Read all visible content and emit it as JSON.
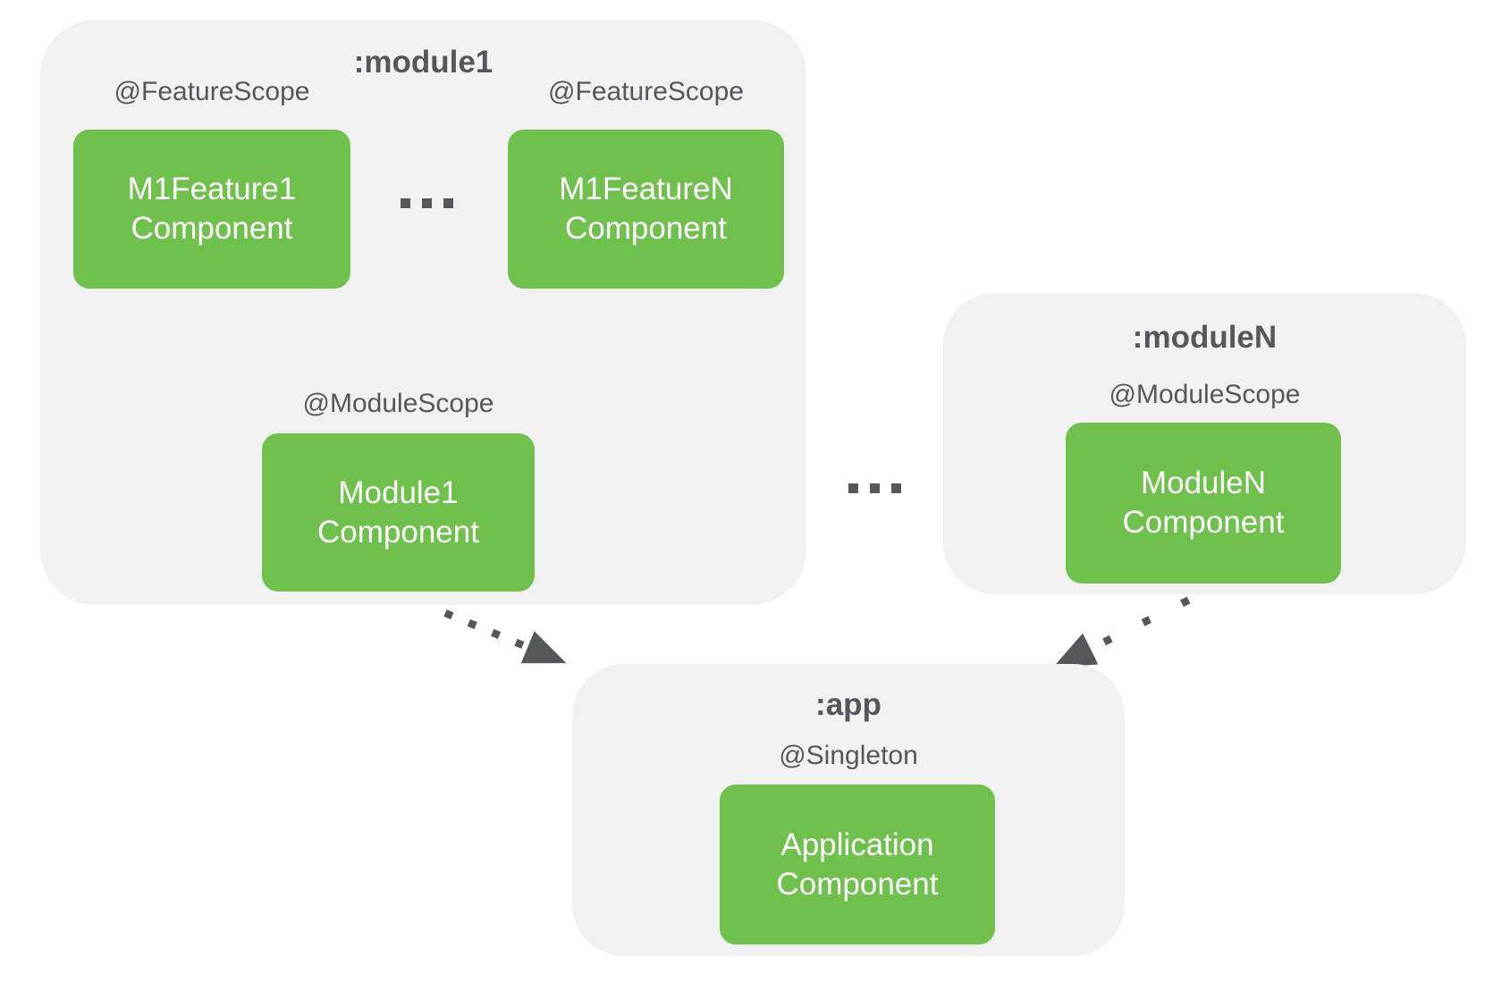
{
  "colors": {
    "green": "#70C04E",
    "container_bg": "#F1F1F2",
    "text": "#56575A",
    "arrow": "#56575A",
    "box_text": "#FFFFFF",
    "page_bg": "#FFFFFF"
  },
  "diagram": {
    "module1": {
      "title": ":module1",
      "feature1_scope": "@FeatureScope",
      "featureN_scope": "@FeatureScope",
      "module_scope": "@ModuleScope",
      "feature1_box": {
        "line1": "M1Feature1",
        "line2": "Component"
      },
      "featureN_box": {
        "line1": "M1FeatureN",
        "line2": "Component"
      },
      "module_box": {
        "line1": "Module1",
        "line2": "Component"
      },
      "features_ellipsis": "..."
    },
    "moduleN": {
      "title": ":moduleN",
      "module_scope": "@ModuleScope",
      "module_box": {
        "line1": "ModuleN",
        "line2": "Component"
      }
    },
    "app": {
      "title": ":app",
      "singleton_scope": "@Singleton",
      "app_box": {
        "line1": "Application",
        "line2": "Component"
      }
    },
    "modules_ellipsis": "..."
  }
}
